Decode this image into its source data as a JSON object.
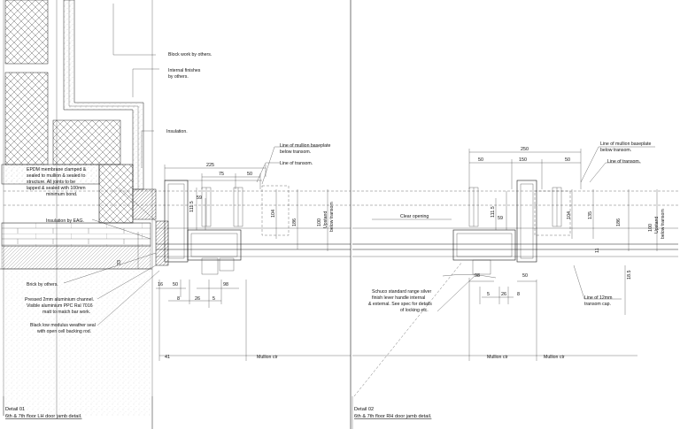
{
  "details": [
    {
      "id": "detail-01",
      "title_line1": "Detail 01",
      "title_line2": "6th & 7th floor LH door jamb detail.",
      "annotations": [
        "Block work by others.",
        "Internal finishes",
        "by others.",
        "Insulation.",
        "EPDM membrane clamped &",
        "sealed to mullion & sealed to",
        "structure. All joints to be",
        "lapped & sealed with 100mm",
        "minimum bond.",
        "Insulation by EAG.",
        "Brick by others.",
        "Pressed 2mm aluminium channel.",
        "Visible aluminium PPC Ral 7016",
        "matt to match bar work.",
        "Black low modulus weather seal",
        "with open cell backing rod.",
        "Line of mullion baseplate",
        "below transom.",
        "Line of transom."
      ],
      "dimensions": [
        "225",
        "75",
        "50",
        "111.5",
        "59",
        "104",
        "186",
        "100",
        "Upstand",
        "below transom",
        "33",
        "16",
        "50",
        "8",
        "26",
        "5",
        "98",
        "41",
        "Mullion ctr"
      ]
    },
    {
      "id": "detail-02",
      "title_line1": "Detail 02",
      "title_line2": "6th & 7th floor RH door jamb detail.",
      "annotations": [
        "Line of mullion baseplate",
        "below transom.",
        "Line of transom.",
        "Clear opening",
        "Schuco standard range silver",
        "finish lever handle internal",
        "& external. See spec for details",
        "of locking etc.",
        "Line of 12mm",
        "transom cap."
      ],
      "dimensions": [
        "250",
        "50",
        "150",
        "50",
        "111.5",
        "59",
        "104",
        "135",
        "186",
        "100",
        "Upstand",
        "below transom",
        "11",
        "18.5",
        "98",
        "50",
        "5",
        "26",
        "8",
        "Mullion ctr",
        "Mullion ctr"
      ]
    }
  ]
}
